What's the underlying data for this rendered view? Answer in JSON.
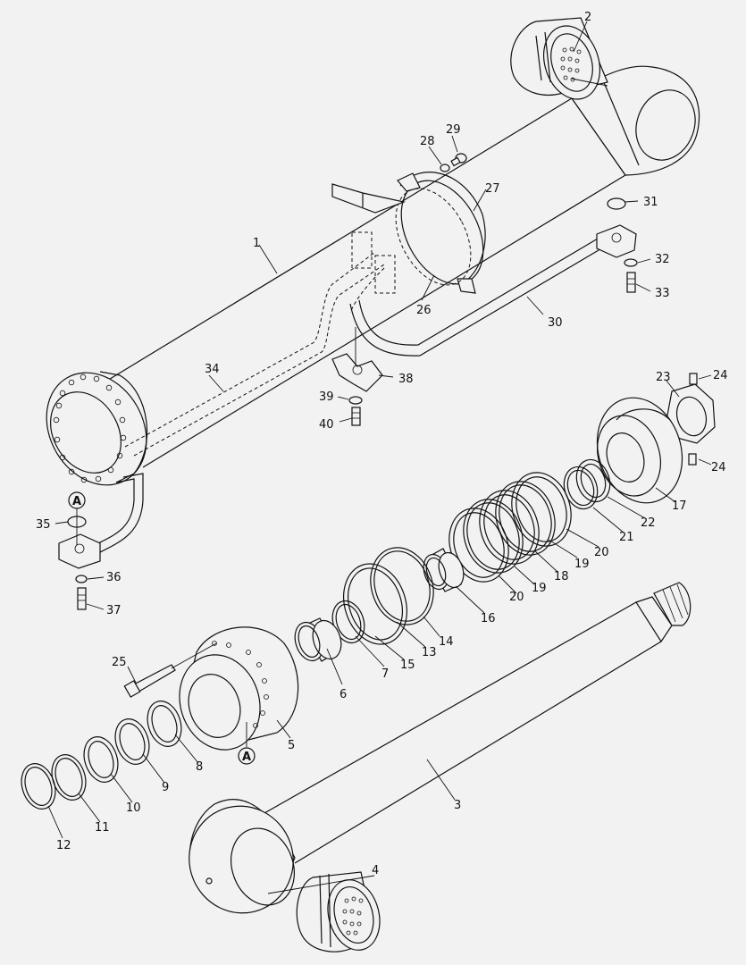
{
  "diagram": {
    "background": "#f2f2f2",
    "line_color": "#111111",
    "callout_letter": "A",
    "labels": {
      "p1": "1",
      "p2": "2",
      "p3": "3",
      "p4": "4",
      "p5": "5",
      "p6": "6",
      "p7": "7",
      "p8": "8",
      "p9": "9",
      "p10": "10",
      "p11": "11",
      "p12": "12",
      "p13": "13",
      "p14": "14",
      "p15": "15",
      "p16": "16",
      "p17": "17",
      "p18": "18",
      "p19a": "19",
      "p19b": "19",
      "p20a": "20",
      "p20b": "20",
      "p21": "21",
      "p22": "22",
      "p23": "23",
      "p24a": "24",
      "p24b": "24",
      "p25": "25",
      "p26": "26",
      "p27": "27",
      "p28": "28",
      "p29": "29",
      "p30": "30",
      "p31": "31",
      "p32": "32",
      "p33": "33",
      "p34": "34",
      "p35": "35",
      "p36": "36",
      "p37": "37",
      "p38": "38",
      "p39": "39",
      "p40": "40"
    }
  }
}
